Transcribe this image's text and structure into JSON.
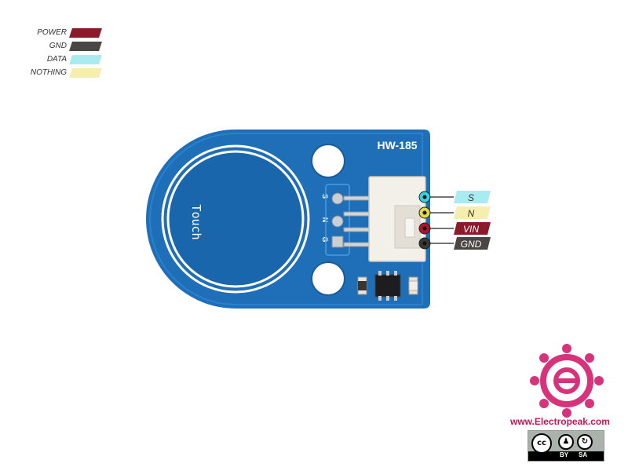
{
  "legend": [
    {
      "label": "POWER",
      "color": "#8b1a2b"
    },
    {
      "label": "GND",
      "color": "#4a4643"
    },
    {
      "label": "DATA",
      "color": "#a8ecf2"
    },
    {
      "label": "NOTHING",
      "color": "#f6eeae"
    }
  ],
  "board": {
    "model": "HW-185",
    "pad_label": "Touch",
    "silk_pins": [
      "S",
      "N",
      "G"
    ]
  },
  "pins": [
    {
      "label": "S",
      "role": "data",
      "dot_color": "#33d6e0"
    },
    {
      "label": "N",
      "role": "nothing",
      "dot_color": "#e4d83a"
    },
    {
      "label": "VIN",
      "role": "power",
      "dot_color": "#b0122c"
    },
    {
      "label": "GND",
      "role": "gnd",
      "dot_color": "#3b3633"
    }
  ],
  "branding": {
    "url": "www.Electropeak.com",
    "logo_color": "#d6337a",
    "license": {
      "cc": "cc",
      "by": "BY",
      "sa": "SA"
    }
  }
}
